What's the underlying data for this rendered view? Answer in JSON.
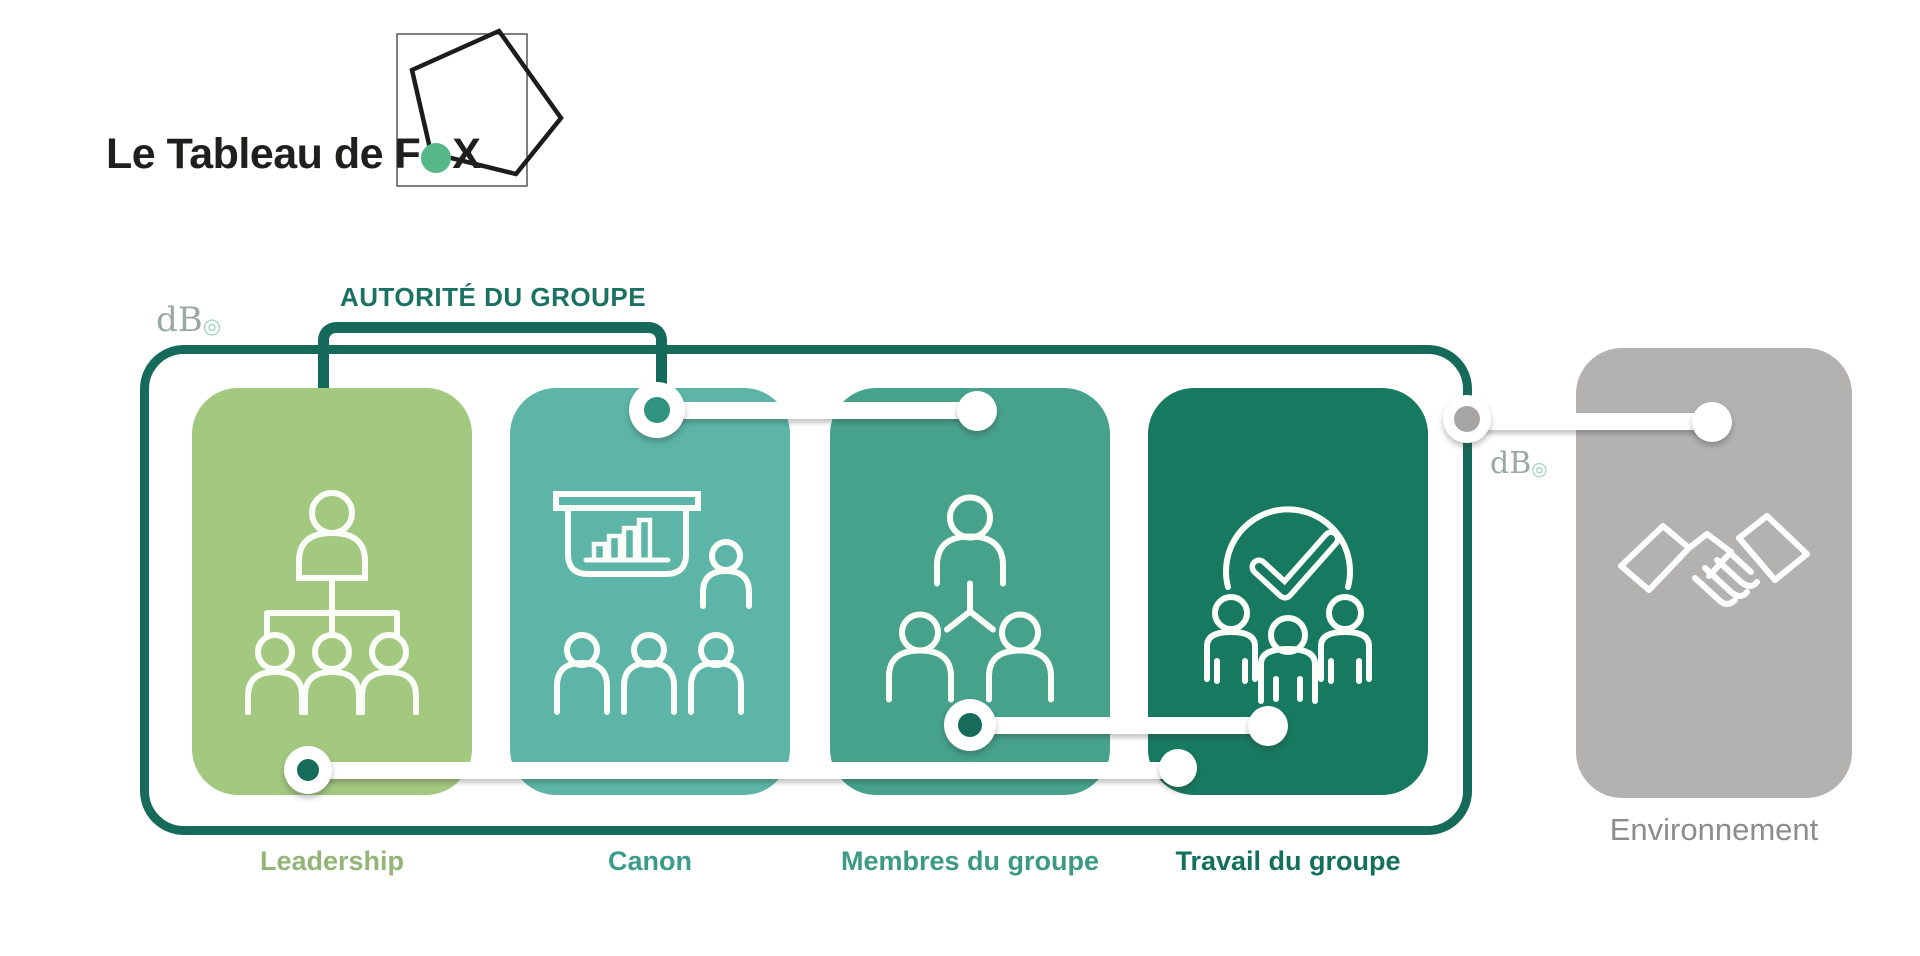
{
  "header": {
    "title_prefix": "Le Tableau de F",
    "title_suffix": "X",
    "title_o_color": "#57b889"
  },
  "watermarks": {
    "db_left": "dB",
    "db_right": "dB",
    "db_mark": "◎"
  },
  "diagram": {
    "authority_label": "AUTORITÉ DU GROUPE",
    "border_color": "#166a59",
    "cards": [
      {
        "label": "Leadership",
        "color": "#a3c87f",
        "label_color": "#93b577",
        "icon": "org-hierarchy-icon"
      },
      {
        "label": "Canon",
        "color": "#5cb5a6",
        "label_color": "#3c9c8b",
        "icon": "presentation-chart-icon"
      },
      {
        "label": "Membres du groupe",
        "color": "#46a28b",
        "label_color": "#3d9a82",
        "icon": "network-people-icon"
      },
      {
        "label": "Travail du groupe",
        "color": "#177a60",
        "label_color": "#13705c",
        "icon": "group-check-icon"
      }
    ],
    "environment": {
      "label": "Environnement",
      "color": "#b4b1b1",
      "label_color": "#8d8b8b",
      "icon": "handshake-icon"
    },
    "connector_dot_colors": {
      "canon_top": "#2f9380",
      "leadership_bottom": "#176c59",
      "membres_bottom": "#176c59",
      "environment_link": "#a8a5a5"
    }
  }
}
